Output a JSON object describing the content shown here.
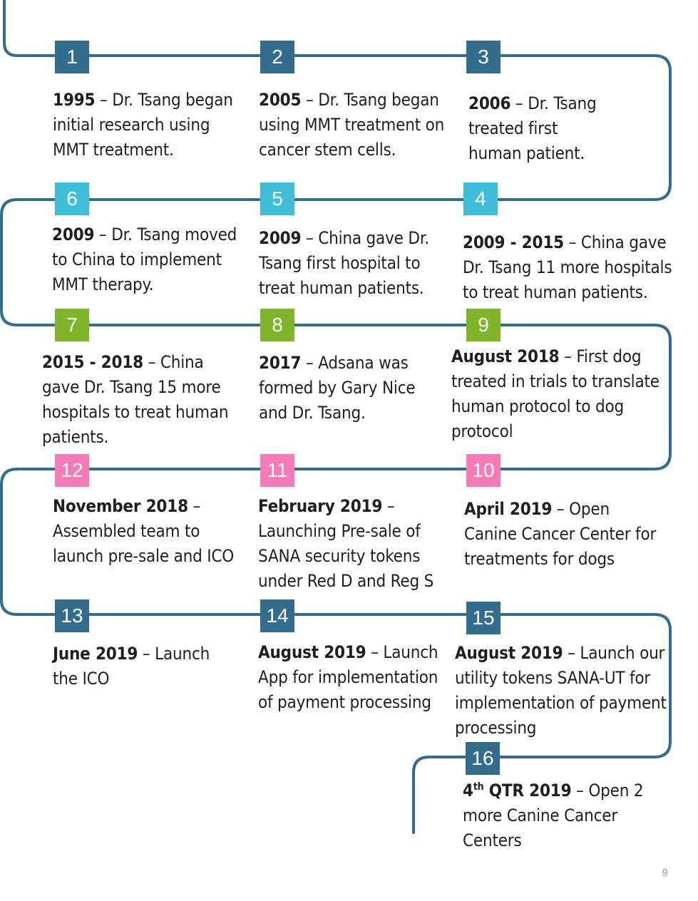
{
  "colors": {
    "track": "#336c8d",
    "dark": "#336c8d",
    "cyan": "#40bdd9",
    "green": "#80b42b",
    "pink": "#f57ab6"
  },
  "milestones": [
    {
      "num": "1",
      "date": "1995",
      "text": " – Dr. Tsang began initial research using MMT treatment."
    },
    {
      "num": "2",
      "date": "2005",
      "text": " – Dr. Tsang began using MMT treatment on cancer stem cells."
    },
    {
      "num": "3",
      "date": "2006",
      "text": " – Dr. Tsang treated first human patient."
    },
    {
      "num": "4",
      "date": "2009 - 2015",
      "text": " – China gave Dr. Tsang 11 more hospitals to treat human patients."
    },
    {
      "num": "5",
      "date": "2009",
      "text": " – China gave Dr. Tsang first hospital to treat human patients."
    },
    {
      "num": "6",
      "date": "2009",
      "text": " – Dr. Tsang moved to China to implement MMT therapy."
    },
    {
      "num": "7",
      "date": "2015 - 2018",
      "text": " – China gave Dr. Tsang 15 more hospitals to treat human patients."
    },
    {
      "num": "8",
      "date": "2017",
      "text": " – Adsana was formed by Gary Nice and Dr. Tsang."
    },
    {
      "num": "9",
      "date": "August 2018",
      "text": " – First dog treated in trials to translate human protocol to dog protocol"
    },
    {
      "num": "10",
      "date": "April 2019",
      "text": " – Open Canine Cancer Center for treatments for dogs"
    },
    {
      "num": "11",
      "date": "February 2019",
      "text": " – Launching Pre-sale of SANA security tokens under Red D and Reg S"
    },
    {
      "num": "12",
      "date": "November 2018",
      "text": " – Assembled team to launch pre-sale and ICO"
    },
    {
      "num": "13",
      "date": "June 2019",
      "text": " – Launch the ICO"
    },
    {
      "num": "14",
      "date": "August 2019",
      "text": " – Launch App for implementation of payment processing"
    },
    {
      "num": "15",
      "date": "August 2019",
      "text": " – Launch our utility tokens SANA-UT for implementation of payment processing"
    },
    {
      "num": "16",
      "date_main": "4",
      "date_sup": "th",
      "date_rest": " QTR 2019",
      "text": " – Open 2 more Canine Cancer Centers"
    }
  ],
  "page_number": "9"
}
